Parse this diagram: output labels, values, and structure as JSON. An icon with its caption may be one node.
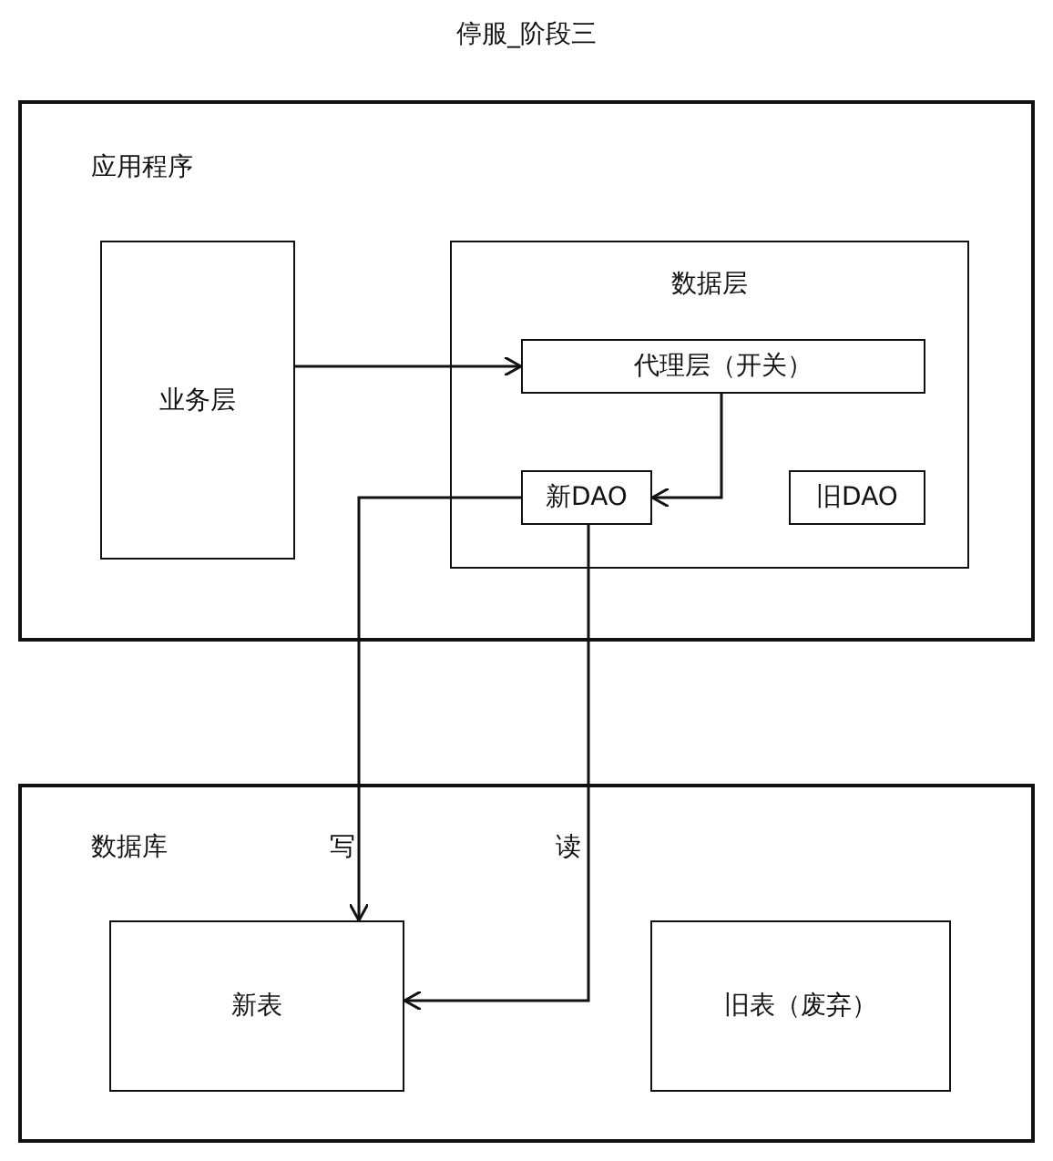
{
  "diagram": {
    "title": "停服_阶段三",
    "nodes": [
      {
        "text": [
          "应用程序"
        ]
      },
      {
        "text": [
          "业务层"
        ],
        "in": 0
      },
      {
        "text": [
          "数据层"
        ],
        "in": 0
      },
      {
        "text": [
          "代理层（开关）"
        ],
        "in": 2
      },
      {
        "text": [
          "新DAO"
        ],
        "in": 2
      },
      {
        "text": [
          "旧DAO"
        ],
        "in": 2
      },
      {
        "text": [
          "数据库"
        ]
      },
      {
        "text": [
          "新表"
        ],
        "in": 6
      },
      {
        "text": [
          "旧表（废弃）"
        ],
        "in": 6
      }
    ],
    "edges": [
      {
        "from": 1,
        "to": 3,
        "arrow": "to"
      },
      {
        "from": 3,
        "to": 4,
        "arrow": "to"
      },
      {
        "from": 4,
        "to": 7,
        "arrow": "to",
        "label": "写"
      },
      {
        "from": 4,
        "to": 7,
        "arrow": "to",
        "label": "读"
      }
    ]
  }
}
